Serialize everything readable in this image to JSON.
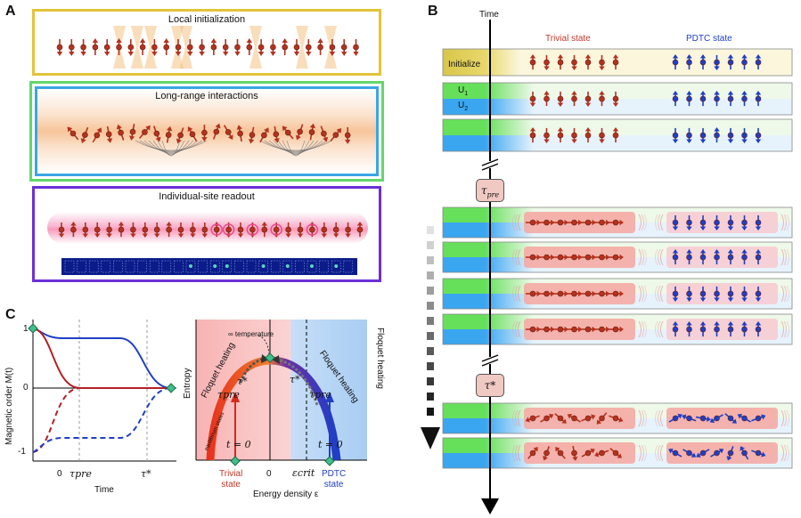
{
  "panel_letters": {
    "a": "A",
    "b": "B",
    "c": "C"
  },
  "panel_a": {
    "box1_title": "Local initialization",
    "box2_title": "Long-range interactions",
    "box3_title": "Individual-site readout",
    "colors": {
      "box1": "#e3c43a",
      "box2_outer": "#62d86a",
      "box2_inner": "#3aa6e6",
      "box3": "#6c2fd6",
      "spin": "#b5321e",
      "readout_bg": "#0b1c8a"
    }
  },
  "panel_b": {
    "time_label": "Time",
    "trivial_label": "Trivial state",
    "pdtc_label": "PDTC state",
    "initialize_label": "Initialize",
    "u1_label": "U",
    "u1_sub": "1",
    "u2_label": "U",
    "u2_sub": "2",
    "tau_pre_label": "τ",
    "tau_pre_sub": "pre",
    "tau_star_label": "τ*",
    "floquet_heating_label": "Floquet heating",
    "colors": {
      "trivial": "#c0392b",
      "pdtc": "#1f3fc4",
      "green": "#66e05a",
      "blue": "#3aa6f0",
      "tau_box": "#f1c9c3"
    }
  },
  "panel_c": {
    "left": {
      "ylabel": "Magnetic order M(t)",
      "xlabel": "Time",
      "yticks": [
        "1",
        "0",
        "-1"
      ],
      "xticks": [
        "0",
        "τpre",
        "τ*"
      ]
    },
    "right": {
      "ylabel": "Entropy",
      "xlabel": "Energy density ε",
      "infty_temp_label": "∞ temperature",
      "floquet_left": "Floquet heating",
      "floquet_right": "Floquet heating",
      "tau_pre": "τpre",
      "tau_star": "τ*",
      "t0_left": "t = 0",
      "t0_right": "t = 0",
      "equilibrium_label": "equilibrium states",
      "zero_label": "0",
      "ecrit_label": "εcrit",
      "trivial_state": "Trivial\nstate",
      "pdtc_state": "PDTC\nstate"
    }
  }
}
